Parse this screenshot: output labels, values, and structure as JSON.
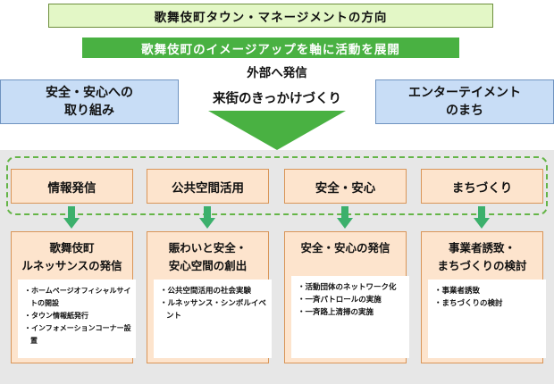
{
  "header": {
    "title": "歌舞伎町タウン・マネージメントの方向",
    "banner": "歌舞伎町のイメージアップを軸に活動を展開",
    "outside": "外部へ発信",
    "visitors": "来街のきっかけづくり"
  },
  "side_boxes": [
    {
      "line1": "安全・安心への",
      "line2": "取り組み"
    },
    {
      "line1": "エンターテイメント",
      "line2": "のまち"
    }
  ],
  "categories": [
    "情報発信",
    "公共空間活用",
    "安全・安心",
    "まちづくり"
  ],
  "details": [
    {
      "title1": "歌舞伎町",
      "title2": "ルネッサンスの発信",
      "items": [
        "・ホームページオフィシャルサイトの開設",
        "・タウン情報紙発行",
        "・インフォメーションコーナー設置"
      ]
    },
    {
      "title1": "賑わいと安全・",
      "title2": "安心空間の創出",
      "items": [
        "・公共空間活用の社会実験",
        "・ルネッサンス・シンボルイベント"
      ]
    },
    {
      "title1": "安全・安心の発信",
      "title2": "",
      "items": [
        "・活動団体のネットワーク化",
        "・一斉パトロールの実施",
        "・一斉路上清掃の実施"
      ]
    },
    {
      "title1": "事業者誘致・",
      "title2": "まちづくりの検討",
      "items": [
        "・事業者誘致",
        "・まちづくりの検討"
      ]
    }
  ],
  "colors": {
    "title_bg": "#e3f7c6",
    "banner_green": "#49b142",
    "blue_box": "#c8ddf6",
    "orange_box": "#fde4cd",
    "panel_gray": "#e7e7e7",
    "arrow_green": "#3cb06c"
  }
}
